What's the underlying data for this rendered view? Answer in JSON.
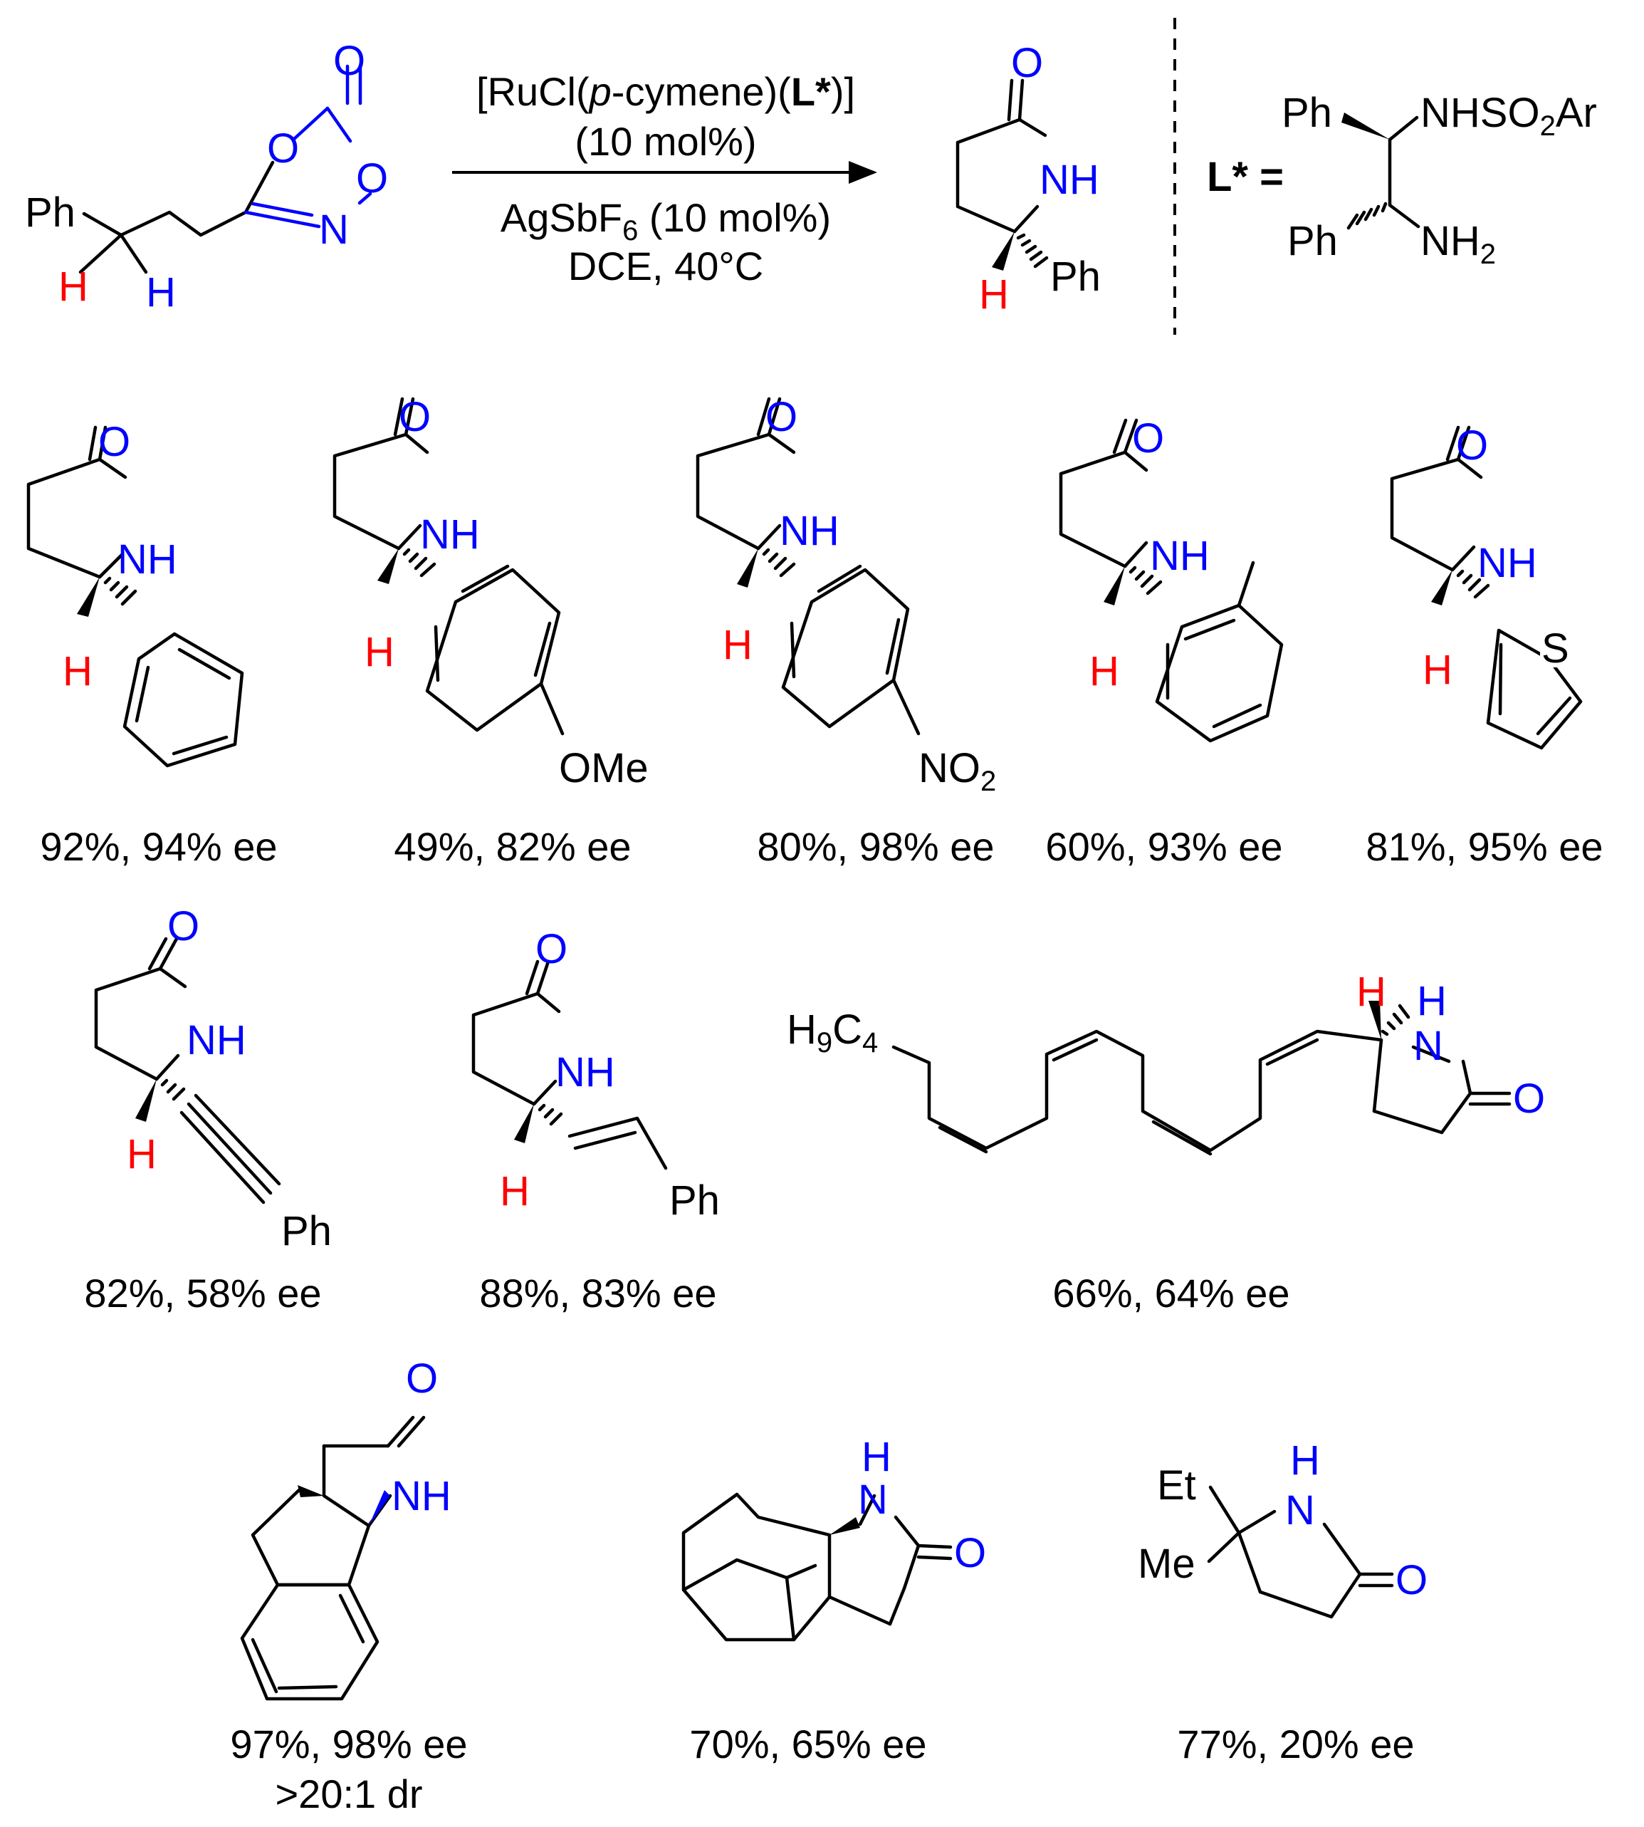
{
  "colors": {
    "bond": "#000000",
    "heteroatom": "#0000ff",
    "hydrogen": "#ff0000"
  },
  "reaction": {
    "reactant_labels": {
      "ph": "Ph",
      "o_carbonyl": "O",
      "o_ring1": "O",
      "o_ring2": "O",
      "n": "N",
      "h_red": "H",
      "h_blue": "H"
    },
    "catalyst_pre": "[RuCl(",
    "catalyst_p": "p",
    "catalyst_mid": "-cymene)(",
    "catalyst_L": "L*",
    "catalyst_post": ")]",
    "catalyst_loading": "(10 mol%)",
    "additive_pre": "AgSbF",
    "additive_sub": "6",
    "additive_post": " (10 mol%)",
    "conditions": "DCE, 40°C",
    "product_labels": {
      "o": "O",
      "nh": "NH",
      "h": "H",
      "ph": "Ph"
    }
  },
  "ligand": {
    "def": "L* =",
    "ph_top": "Ph",
    "ph_bottom": "Ph",
    "nhso2ar_pre": "NHSO",
    "nhso2ar_sub": "2",
    "nhso2ar_post": "Ar",
    "nh2_pre": "NH",
    "nh2_sub": "2"
  },
  "atoms": {
    "o": "O",
    "nh": "NH",
    "h": "H",
    "n": "N",
    "s": "S",
    "ph": "Ph",
    "ome": "OMe",
    "no": "NO",
    "no_sub": "2",
    "c4h9_h": "H",
    "c4h9_sub9": "9",
    "c4h9_c": "C",
    "c4h9_sub4": "4",
    "et": "Et",
    "me": "Me"
  },
  "products": [
    {
      "id": "phenyl",
      "result": "92%, 94% ee"
    },
    {
      "id": "p-methoxyphenyl",
      "result": "49%, 82% ee"
    },
    {
      "id": "p-nitrophenyl",
      "result": "80%, 98% ee"
    },
    {
      "id": "o-tolyl",
      "result": "60%, 93% ee"
    },
    {
      "id": "2-thienyl",
      "result": "81%, 95% ee"
    },
    {
      "id": "phenylethynyl",
      "result": "82%, 58% ee"
    },
    {
      "id": "styryl",
      "result": "88%, 83% ee"
    },
    {
      "id": "polyene",
      "result": "66%, 64% ee"
    },
    {
      "id": "indane-fused",
      "result": "97%, 98% ee",
      "result2": ">20:1 dr"
    },
    {
      "id": "adamantane-fused",
      "result": "70%, 65% ee"
    },
    {
      "id": "ethyl-methyl",
      "result": "77%, 20% ee"
    }
  ]
}
